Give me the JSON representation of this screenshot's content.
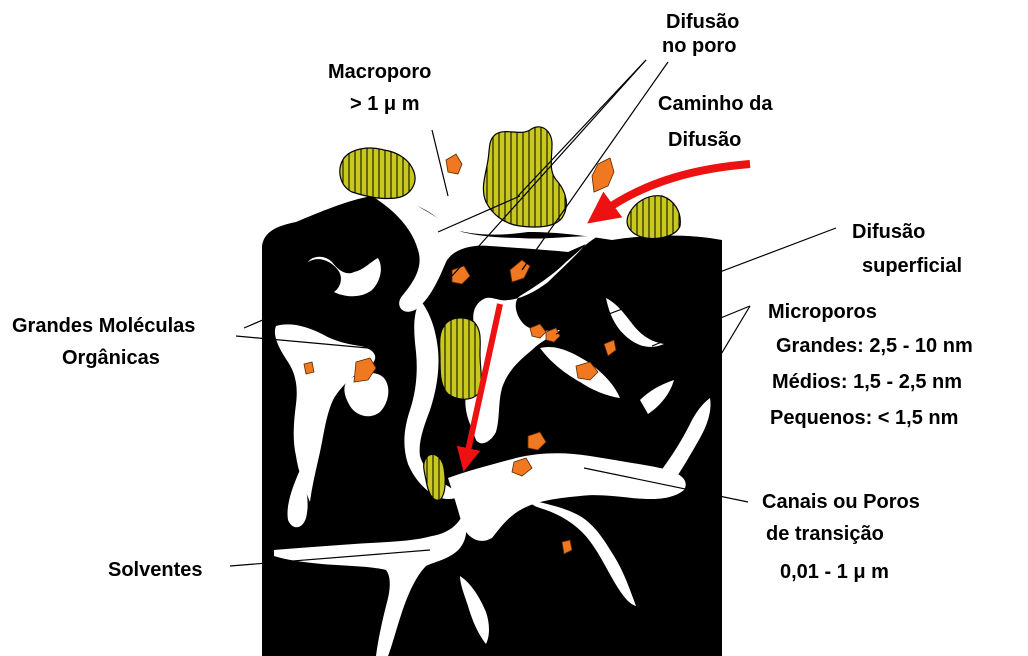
{
  "colors": {
    "background": "#ffffff",
    "carbon": "#000000",
    "pore": "#ffffff",
    "organic_molecule": "#c8c81e",
    "solvent_molecule": "#f07820",
    "diffusion_arrow": "#ee1111"
  },
  "labels": {
    "difusao_no_poro_1": "Difusão",
    "difusao_no_poro_2": "no poro",
    "macroporo_1": "Macroporo",
    "macroporo_2": "> 1 μ m",
    "caminho_1": "Caminho da",
    "caminho_2": "Difusão",
    "superficial_1": "Difusão",
    "superficial_2": "superficial",
    "grandes_moleculas_1": "Grandes Moléculas",
    "grandes_moleculas_2": "Orgânicas",
    "microporos_title": "Microporos",
    "microporos_grandes": "Grandes: 2,5 - 10 nm",
    "microporos_medios": "Médios: 1,5 - 2,5 nm",
    "microporos_pequenos": "Pequenos: < 1,5 nm",
    "canais_1": "Canais ou Poros",
    "canais_2": "de transição",
    "canais_3": "0,01 - 1 μ m",
    "solventes": "Solventes"
  }
}
